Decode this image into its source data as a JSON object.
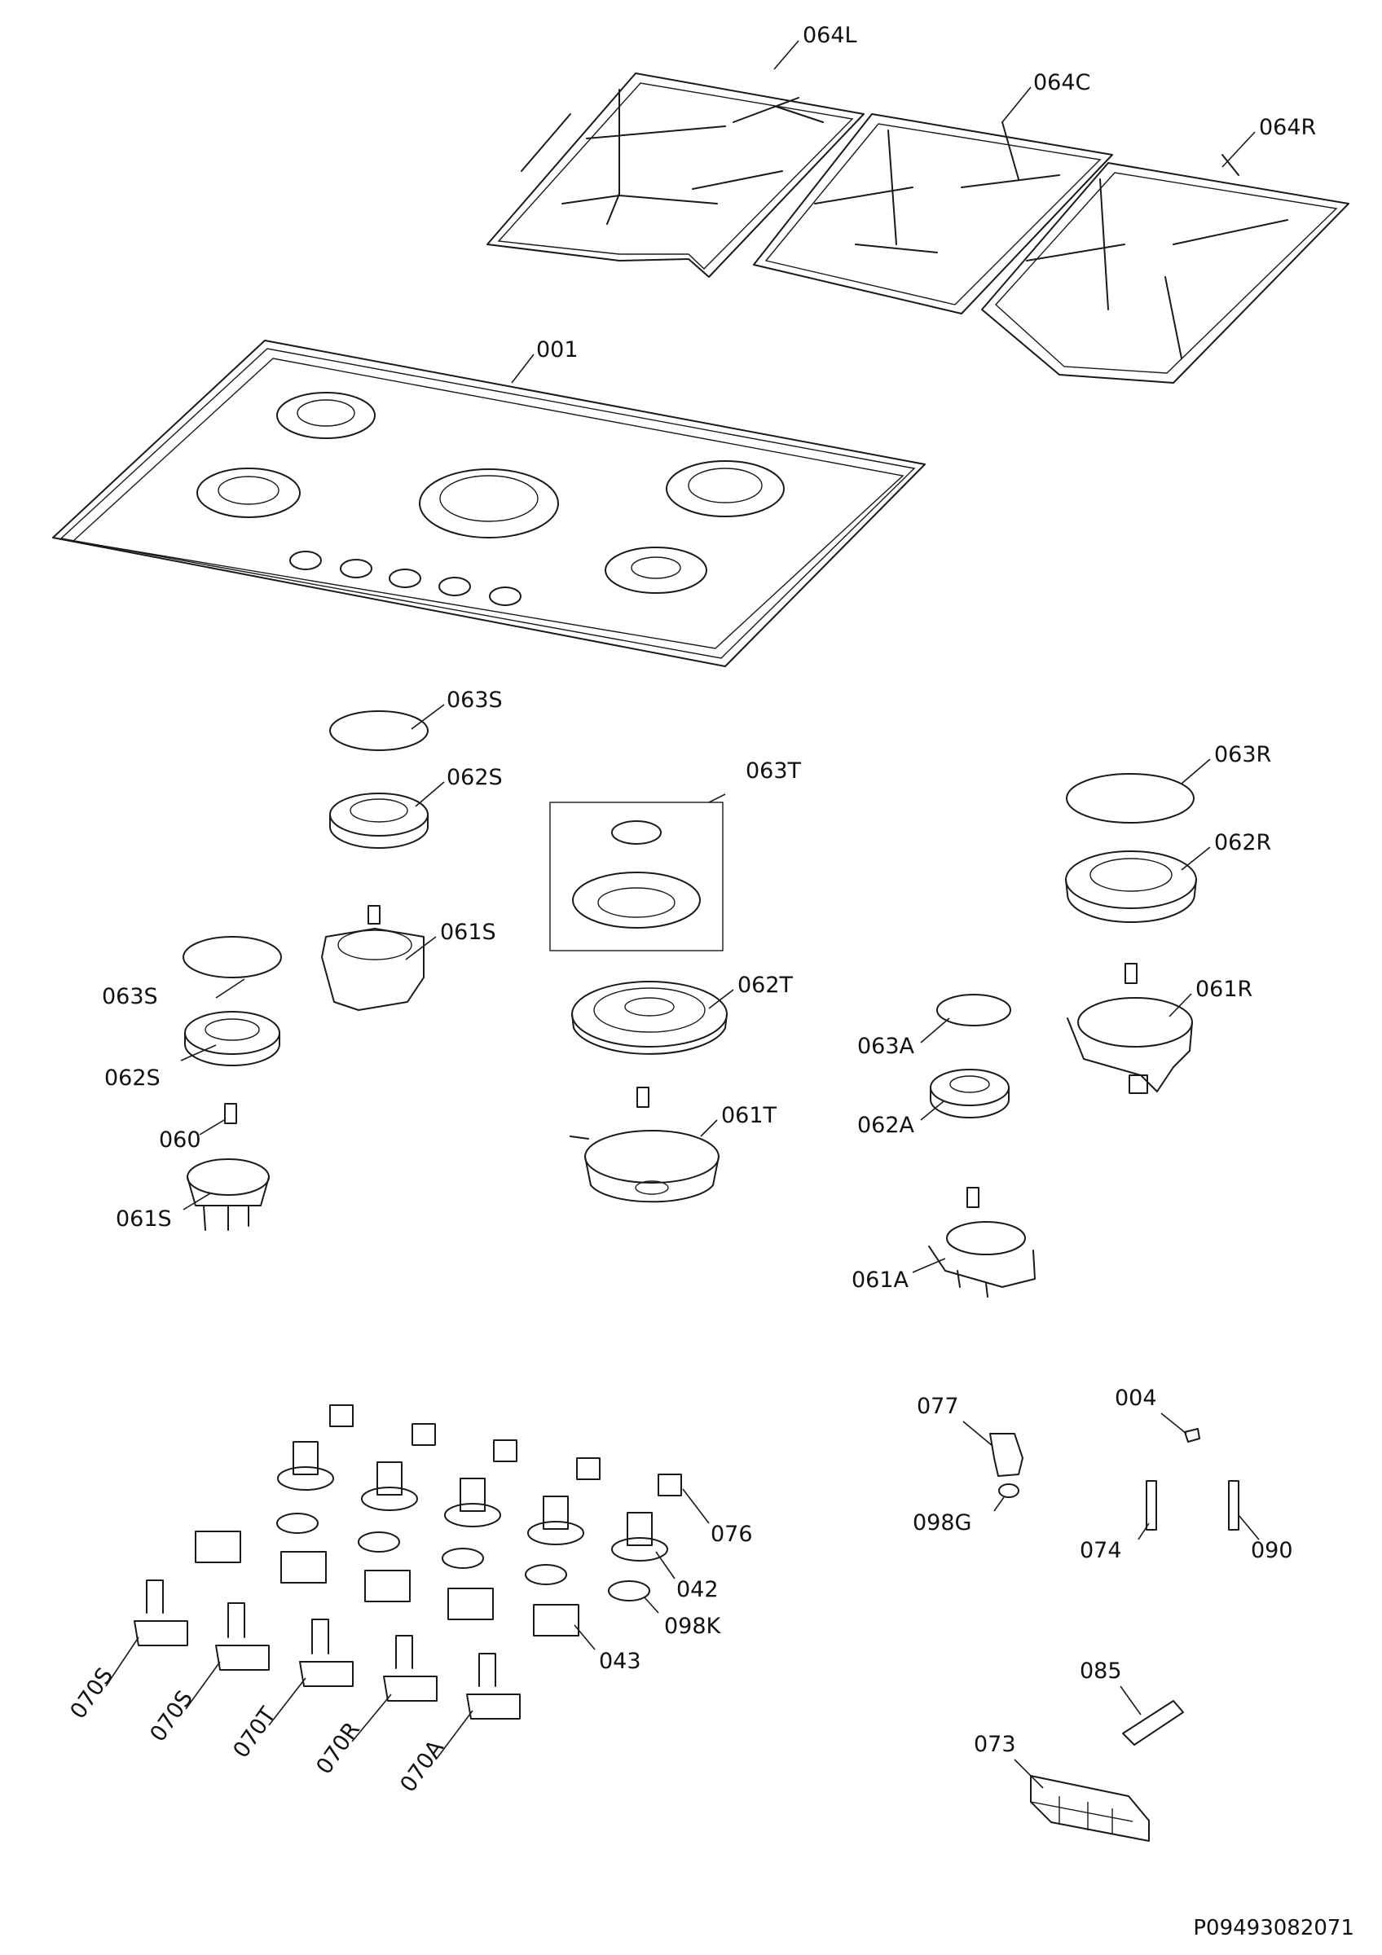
{
  "document_id": "P09493082071",
  "labels": {
    "l064L": "064L",
    "l064C": "064C",
    "l064R": "064R",
    "l001": "001",
    "l063S_a": "063S",
    "l062S_a": "062S",
    "l063T": "063T",
    "l063R": "063R",
    "l062R": "062R",
    "l061S_a": "061S",
    "l063S_b": "063S",
    "l062T": "062T",
    "l061R": "061R",
    "l062S_b": "062S",
    "l063A": "063A",
    "l060": "060",
    "l061T": "061T",
    "l062A": "062A",
    "l061S_b": "061S",
    "l061A": "061A",
    "l077": "077",
    "l004": "004",
    "l098G": "098G",
    "l074": "074",
    "l090": "090",
    "l076": "076",
    "l042": "042",
    "l098K": "098K",
    "l043": "043",
    "l070S_a": "070S",
    "l070S_b": "070S",
    "l070T": "070T",
    "l070R": "070R",
    "l070A": "070A",
    "l085": "085",
    "l073": "073"
  },
  "colors": {
    "line": "#1a1a1a",
    "background": "#ffffff"
  }
}
